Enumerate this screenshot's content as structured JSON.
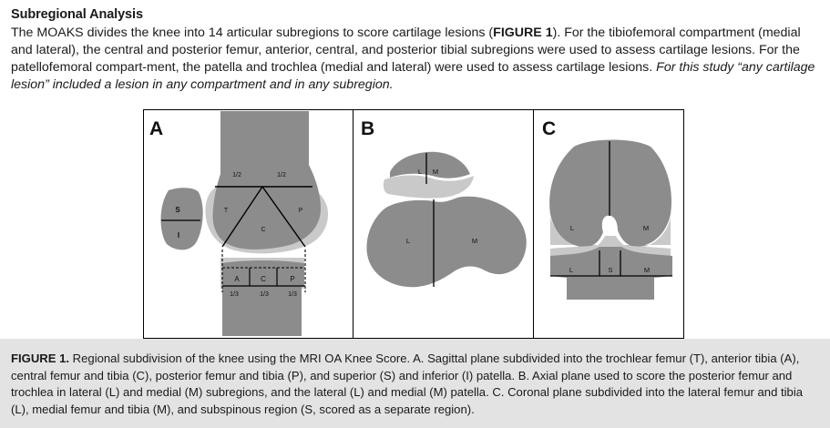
{
  "section": {
    "heading": "Subregional Analysis",
    "p1": "The MOAKS divides the knee into 14 articular subregions to score cartilage lesions (",
    "p1_ref": "FIGURE 1",
    "p2": "). For the tibiofemoral compartment (medial and lateral), the central and posterior femur, anterior, central, and posterior tibial subregions were used to assess cartilage lesions. For the patellofemoral compart-ment, the patella and trochlea (medial and lateral) were used to assess cartilage lesions. ",
    "p3_italic": "For this study “any cartilage lesion” included a lesion in any compartment and in any subregion."
  },
  "figure": {
    "panels": {
      "A": {
        "letter": "A",
        "patella_superior": "S",
        "patella_inferior": "I",
        "femur_trochlear": "T",
        "femur_central": "C",
        "femur_posterior": "P",
        "top_fraction_left": "1/2",
        "top_fraction_right": "1/2",
        "tibia_anterior": "A",
        "tibia_central": "C",
        "tibia_posterior": "P",
        "tibia_fraction_1": "1/3",
        "tibia_fraction_2": "1/3",
        "tibia_fraction_3": "1/3"
      },
      "B": {
        "letter": "B",
        "patella_lateral": "L",
        "patella_medial": "M",
        "femur_lateral": "L",
        "femur_medial": "M"
      },
      "C": {
        "letter": "C",
        "femur_lateral": "L",
        "femur_medial": "M",
        "tibia_lateral": "L",
        "tibia_subspinous": "S",
        "tibia_medial": "M"
      }
    },
    "colors": {
      "bone": "#8c8c8c",
      "cartilage": "#c9c9c9",
      "line": "#000000"
    }
  },
  "caption": {
    "label": "FIGURE 1.",
    "text": " Regional subdivision of the knee using the MRI OA Knee Score. A. Sagittal plane subdivided into the trochlear femur (T), anterior tibia (A), central femur and tibia (C), posterior femur and tibia (P), and superior (S) and inferior (I) patella. B. Axial plane used to score the posterior femur and trochlea in lateral (L) and medial (M) subregions, and the lateral (L) and medial (M) patella. C. Coronal plane subdivided into the lateral femur and tibia (L), medial femur and tibia (M), and subspinous region (S, scored as a separate region)."
  }
}
